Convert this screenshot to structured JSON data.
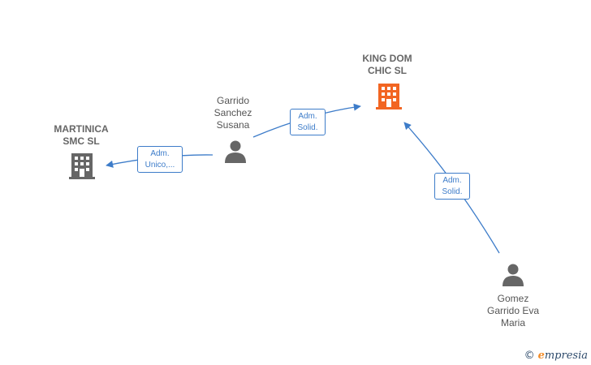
{
  "nodes": {
    "king_dom": {
      "name": "KING DOM\nCHIC  SL",
      "type": "company",
      "highlighted": true
    },
    "martinica": {
      "name": "MARTINICA\nSMC  SL",
      "type": "company",
      "highlighted": false
    },
    "garrido": {
      "name": "Garrido\nSanchez\nSusana",
      "type": "person"
    },
    "gomez": {
      "name": "Gomez\nGarrido Eva\nMaria",
      "type": "person"
    }
  },
  "edges": [
    {
      "from": "garrido",
      "to": "king_dom",
      "label": "Adm.\nSolid."
    },
    {
      "from": "garrido",
      "to": "martinica",
      "label": "Adm.\nUnico,..."
    },
    {
      "from": "gomez",
      "to": "king_dom",
      "label": "Adm.\nSolid."
    }
  ],
  "colors": {
    "highlight_company": "#f26522",
    "company": "#666666",
    "person": "#666666",
    "edge": "#3d7cc9"
  },
  "brand": {
    "copyright": "©",
    "initial": "e",
    "rest": "mpresia"
  }
}
